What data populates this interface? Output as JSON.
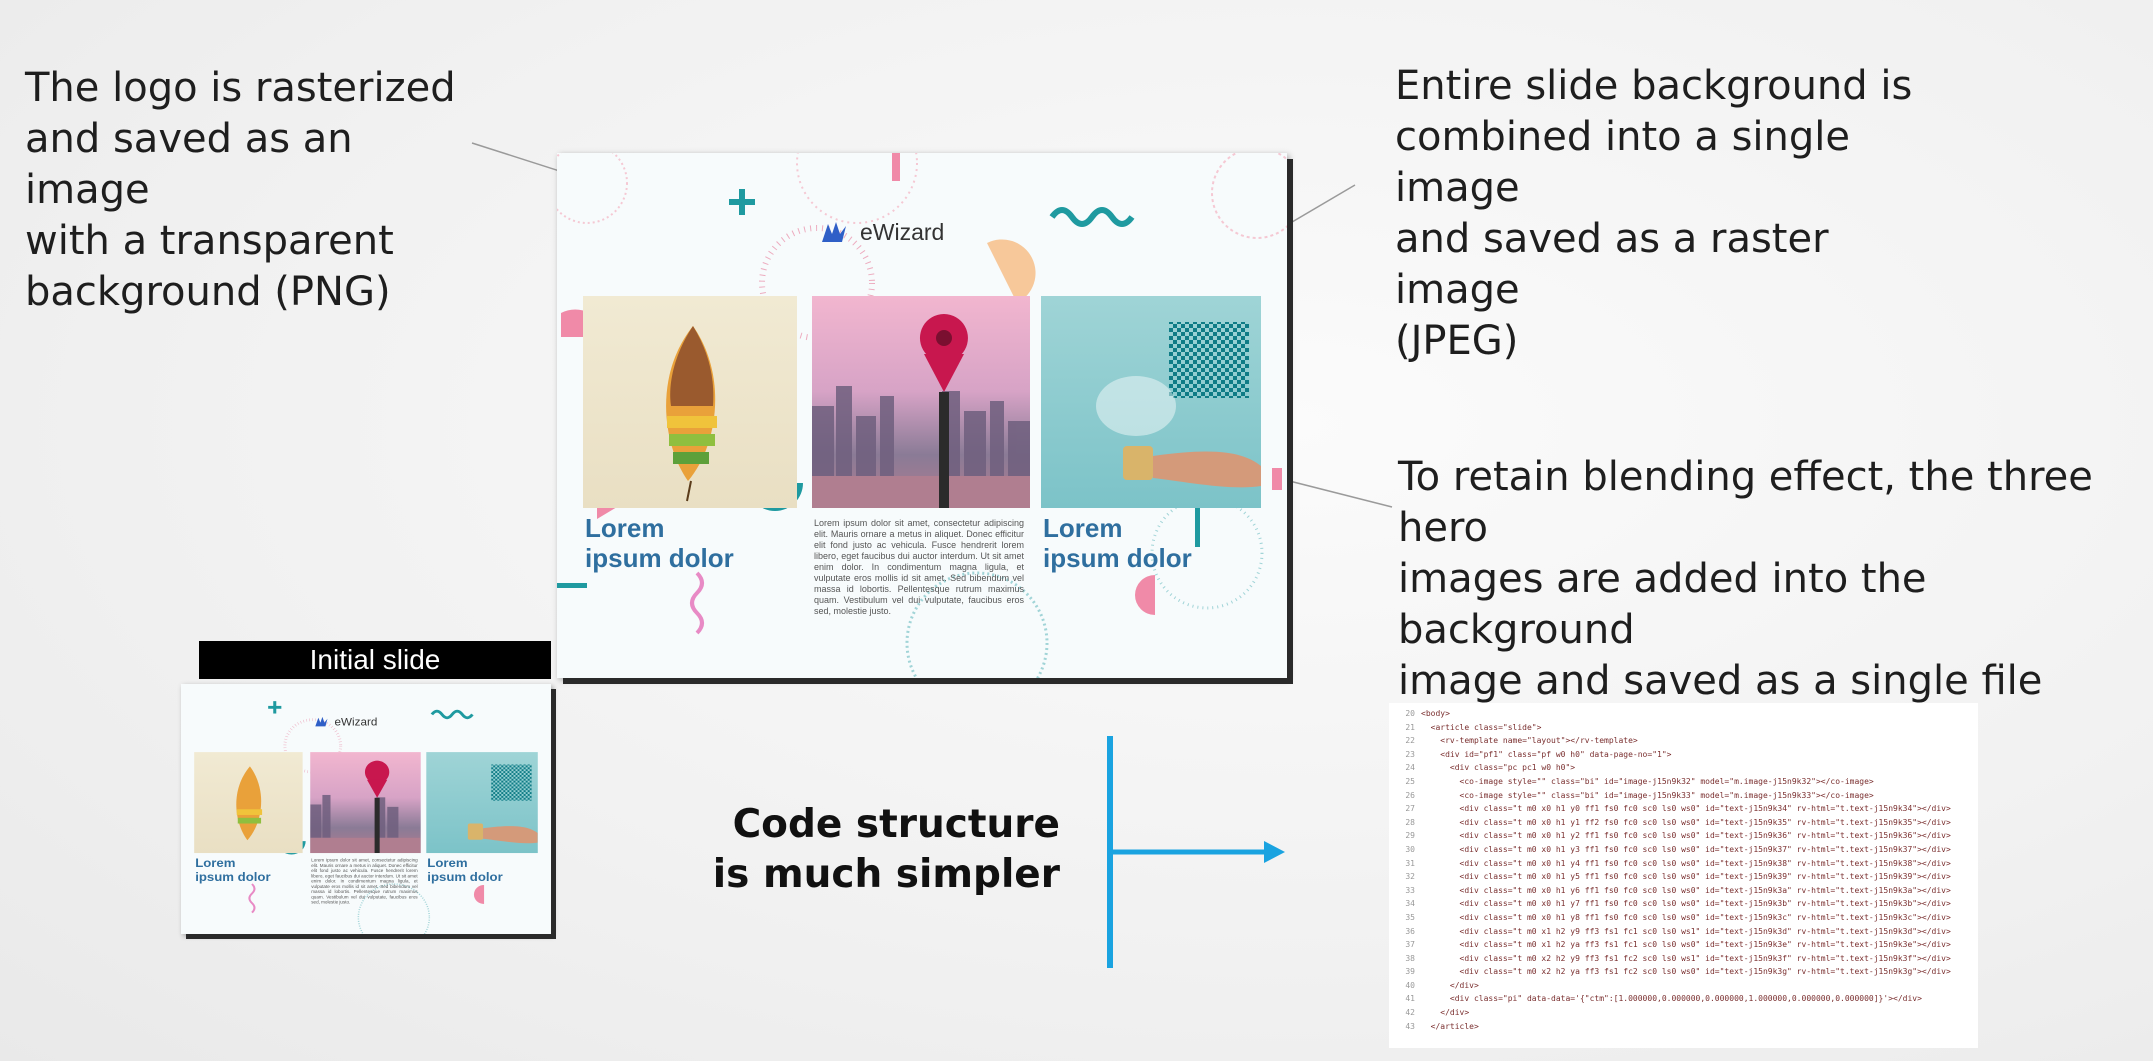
{
  "notes": {
    "logo": "The logo is rasterized\nand saved as an image\nwith a transparent\nbackground (PNG)",
    "background": "Entire slide background is\ncombined into a single image\nand saved as a raster image\n(JPEG)",
    "hero": "To retain blending effect, the three hero\nimages are added into the background\nimage and saved as a single file"
  },
  "slide": {
    "logo_text": "eWizard",
    "lorem_heading": "Lorem\nipsum dolor",
    "lorem_body": "Lorem ipsum dolor sit amet, consectetur adipiscing elit. Mauris ornare a metus in aliquet. Donec efficitur elit fond justo ac vehicula. Fusce hendrerit lorem libero, eget faucibus dui auctor interdum. Ut sit amet enim dolor. In condimentum magna ligula, et vulputate eros mollis id sit amet. Sed bibendum vel massa id lobortis. Pellentesque rutrum maximus quam. Vestibulum vel dui vulputate, faucibus eros sed, molestie justo."
  },
  "thumbnail": {
    "caption": "Initial slide"
  },
  "code_message": "Code structure\nis much simpler",
  "code_lines": [
    "<body>",
    "  <article class=\"slide\">",
    "    <rv-template name=\"layout\"></rv-template>",
    "    <div id=\"pf1\" class=\"pf w0 h0\" data-page-no=\"1\">",
    "      <div class=\"pc pc1 w0 h0\">",
    "        <co-image style=\"\" class=\"bi\" id=\"image-j15n9k32\" model=\"m.image-j15n9k32\"></co-image>",
    "        <co-image style=\"\" class=\"bi\" id=\"image-j15n9k33\" model=\"m.image-j15n9k33\"></co-image>",
    "        <div class=\"t m0 x0 h1 y0 ff1 fs0 fc0 sc0 ls0 ws0\" id=\"text-j15n9k34\" rv-html=\"t.text-j15n9k34\"></div>",
    "        <div class=\"t m0 x0 h1 y1 ff2 fs0 fc0 sc0 ls0 ws0\" id=\"text-j15n9k35\" rv-html=\"t.text-j15n9k35\"></div>",
    "        <div class=\"t m0 x0 h1 y2 ff1 fs0 fc0 sc0 ls0 ws0\" id=\"text-j15n9k36\" rv-html=\"t.text-j15n9k36\"></div>",
    "        <div class=\"t m0 x0 h1 y3 ff1 fs0 fc0 sc0 ls0 ws0\" id=\"text-j15n9k37\" rv-html=\"t.text-j15n9k37\"></div>",
    "        <div class=\"t m0 x0 h1 y4 ff1 fs0 fc0 sc0 ls0 ws0\" id=\"text-j15n9k38\" rv-html=\"t.text-j15n9k38\"></div>",
    "        <div class=\"t m0 x0 h1 y5 ff1 fs0 fc0 sc0 ls0 ws0\" id=\"text-j15n9k39\" rv-html=\"t.text-j15n9k39\"></div>",
    "        <div class=\"t m0 x0 h1 y6 ff1 fs0 fc0 sc0 ls0 ws0\" id=\"text-j15n9k3a\" rv-html=\"t.text-j15n9k3a\"></div>",
    "        <div class=\"t m0 x0 h1 y7 ff1 fs0 fc0 sc0 ls0 ws0\" id=\"text-j15n9k3b\" rv-html=\"t.text-j15n9k3b\"></div>",
    "        <div class=\"t m0 x0 h1 y8 ff1 fs0 fc0 sc0 ls0 ws0\" id=\"text-j15n9k3c\" rv-html=\"t.text-j15n9k3c\"></div>",
    "        <div class=\"t m0 x1 h2 y9 ff3 fs1 fc1 sc0 ls0 ws1\" id=\"text-j15n9k3d\" rv-html=\"t.text-j15n9k3d\"></div>",
    "        <div class=\"t m0 x1 h2 ya ff3 fs1 fc1 sc0 ls0 ws0\" id=\"text-j15n9k3e\" rv-html=\"t.text-j15n9k3e\"></div>",
    "        <div class=\"t m0 x2 h2 y9 ff3 fs1 fc2 sc0 ls0 ws1\" id=\"text-j15n9k3f\" rv-html=\"t.text-j15n9k3f\"></div>",
    "        <div class=\"t m0 x2 h2 ya ff3 fs1 fc2 sc0 ls0 ws0\" id=\"text-j15n9k3g\" rv-html=\"t.text-j15n9k3g\"></div>",
    "      </div>",
    "      <div class=\"pi\" data-data='{\"ctm\":[1.000000,0.000000,0.000000,1.000000,0.000000,0.000000]}'></div>",
    "    </div>",
    "  </article>"
  ],
  "code_line_start": 20,
  "colors": {
    "arrow": "#1aa3e0",
    "heading": "#2f6f9f",
    "teal": "#1f9aa0",
    "pink": "#e0457b"
  }
}
